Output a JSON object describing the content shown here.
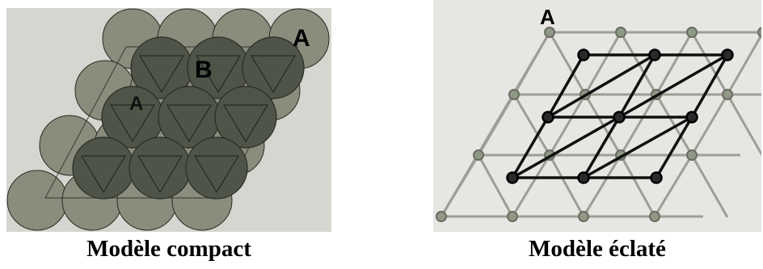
{
  "compact": {
    "caption": "Modèle compact",
    "labels": {
      "a_top": "A",
      "b": "B",
      "a_mid": "A"
    },
    "colors": {
      "background": "#d6d6d0",
      "layer_a": "#8a8c7c",
      "layer_b": "#4e5448",
      "outline": "#2a2a24"
    }
  },
  "exploded": {
    "caption": "Modèle éclaté",
    "labels": {
      "a": "A"
    },
    "colors": {
      "background": "#e6e6e2",
      "layer_a": "#9e9e96",
      "layer_b": "#101010"
    }
  }
}
